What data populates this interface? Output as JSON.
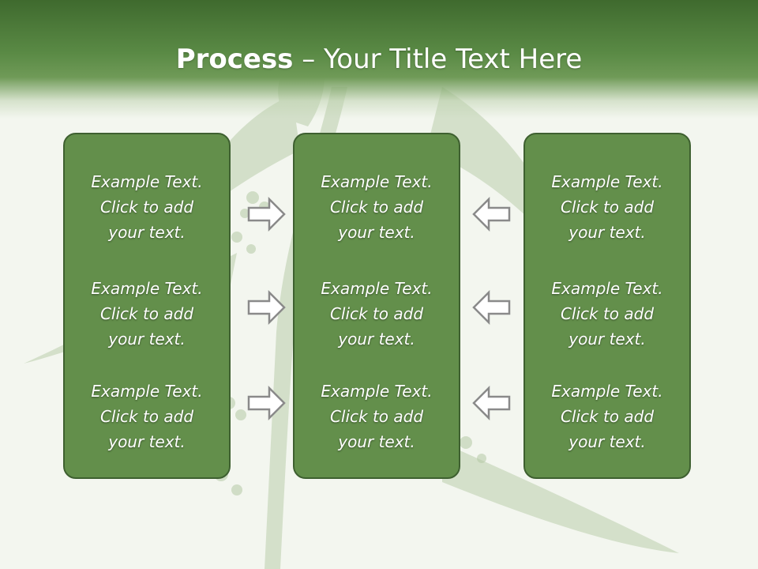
{
  "slide": {
    "title_bold": "Process",
    "title_rest": " – Your Title Text Here"
  },
  "columns": [
    {
      "blocks": [
        {
          "lines": [
            "Example Text.",
            "Click  to add",
            "your text."
          ]
        },
        {
          "lines": [
            "Example Text.",
            "Click  to add",
            "your text."
          ]
        },
        {
          "lines": [
            "Example Text.",
            "Click  to add",
            "your text."
          ]
        }
      ]
    },
    {
      "blocks": [
        {
          "lines": [
            "Example Text.",
            "Click  to add",
            "your text."
          ]
        },
        {
          "lines": [
            "Example Text.",
            "Click  to add",
            "your text."
          ]
        },
        {
          "lines": [
            "Example Text.",
            "Click  to add",
            "your text."
          ]
        }
      ]
    },
    {
      "blocks": [
        {
          "lines": [
            "Example Text.",
            "Click  to add",
            "your text."
          ]
        },
        {
          "lines": [
            "Example Text.",
            "Click  to add",
            "your text."
          ]
        },
        {
          "lines": [
            "Example Text.",
            "Click  to add",
            "your text."
          ]
        }
      ]
    }
  ],
  "colors": {
    "header_green": "#3f6a2e",
    "panel_fill": "#638f4b",
    "panel_border": "#3e6030",
    "arrow_fill": "#ffffff",
    "arrow_stroke": "#8a8a8a"
  },
  "icons": {
    "left_arrows": "arrow-right-icon",
    "right_arrows": "arrow-left-icon"
  }
}
